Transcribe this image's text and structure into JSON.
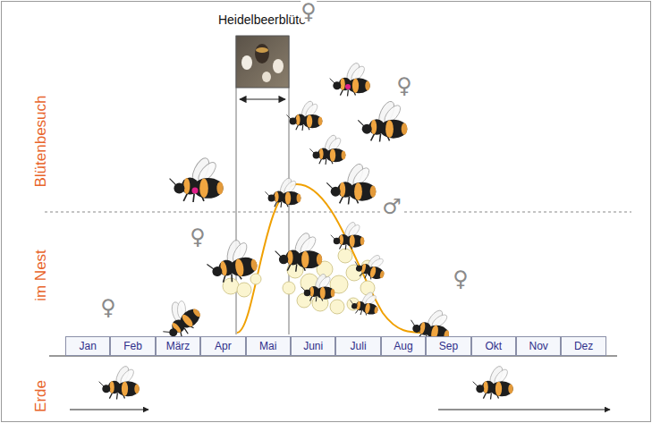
{
  "diagram": {
    "nodes": [
      {
        "text": [
          "Jan"
        ]
      },
      {
        "text": [
          "Feb"
        ]
      },
      {
        "text": [
          "März"
        ]
      },
      {
        "text": [
          "Apr"
        ]
      },
      {
        "text": [
          "Mai"
        ]
      },
      {
        "text": [
          "Juni"
        ]
      },
      {
        "text": [
          "Juli"
        ]
      },
      {
        "text": [
          "Aug"
        ]
      },
      {
        "text": [
          "Sep"
        ]
      },
      {
        "text": [
          "Okt"
        ]
      },
      {
        "text": [
          "Nov"
        ]
      },
      {
        "text": [
          "Dez"
        ]
      }
    ],
    "labels": [
      "Heidelbeerblüte",
      "Blütenbesuch",
      "im Nest",
      "Erde",
      "♀",
      "♀",
      "♂",
      "♀",
      "♀",
      "♀"
    ]
  }
}
